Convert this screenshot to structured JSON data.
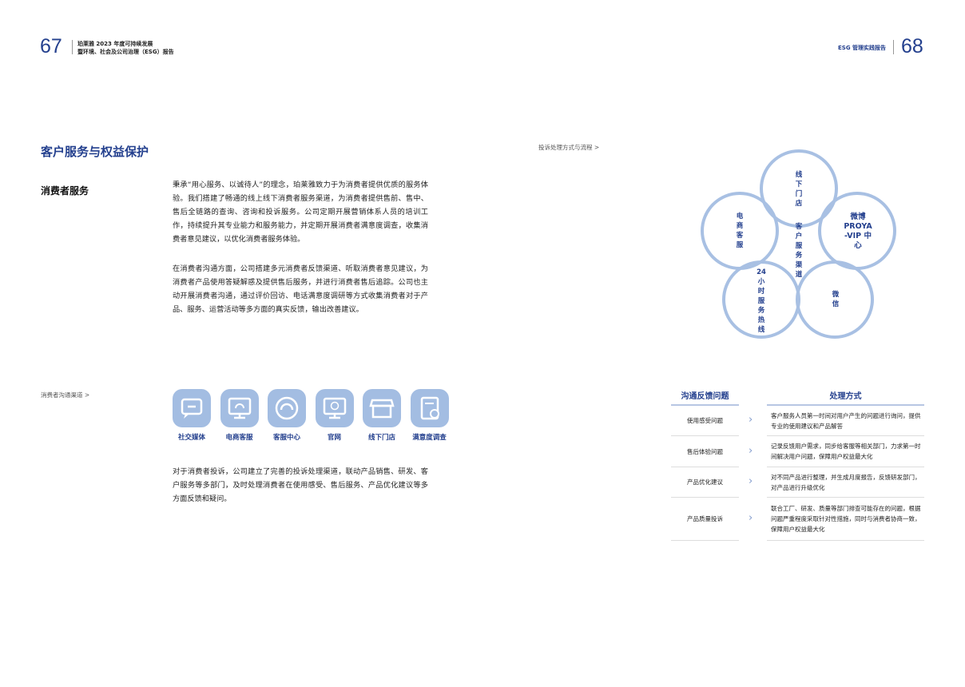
{
  "header": {
    "left_page": "67",
    "left_line1": "珀莱雅 2023 年度可持续发展",
    "left_line2": "暨环境、社会及公司治理（ESG）报告",
    "right_title": "ESG 管理实践报告",
    "right_page": "68"
  },
  "section_title": "客户服务与权益保护",
  "subsection": "消费者服务",
  "paragraphs": [
    "秉承“用心服务、以诚待人”的理念，珀莱雅致力于为消费者提供优质的服务体验。我们搭建了畅通的线上线下消费者服务渠道，为消费者提供售前、售中、售后全链路的查询、咨询和投诉服务。公司定期开展营销体系人员的培训工作，持续提升其专业能力和服务能力，并定期开展消费者满意度调查，收集消费者意见建议，以优化消费者服务体验。",
    "在消费者沟通方面，公司搭建多元消费者反馈渠道、听取消费者意见建议，为消费者产品使用答疑解惑及提供售后服务，并进行消费者售后追踪。公司也主动开展消费者沟通，通过评价回访、电话满意度调研等方式收集消费者对于产品、服务、运营活动等多方面的真实反馈，输出改善建议。",
    "对于消费者投诉，公司建立了完善的投诉处理渠道，联动产品销售、研发、客户服务等多部门，及时处理消费者在使用感受、售后服务、产品优化建议等多方面反馈和疑问。"
  ],
  "channels_label": "消费者沟通渠道 >",
  "channels": [
    {
      "label": "社交媒体",
      "icon": "chat-bubble-icon"
    },
    {
      "label": "电商客服",
      "icon": "monitor-headset-icon"
    },
    {
      "label": "客服中心",
      "icon": "headset-icon"
    },
    {
      "label": "官网",
      "icon": "monitor-globe-icon"
    },
    {
      "label": "线下门店",
      "icon": "store-icon"
    },
    {
      "label": "满意度调查",
      "icon": "survey-check-icon"
    }
  ],
  "complaint_label": "投诉处理方式与流程 >",
  "diagram": {
    "center": [
      "客户服务",
      "渠道"
    ],
    "nodes": [
      [
        "线下门店"
      ],
      [
        "电商客服"
      ],
      [
        "微博",
        "PROYA",
        "-VIP 中心"
      ],
      [
        "24 小时",
        "服务热线"
      ],
      [
        "微信"
      ]
    ]
  },
  "table": {
    "headers": [
      "沟通反馈问题",
      "处理方式"
    ],
    "rows": [
      {
        "issue": "使用感受问题",
        "method": "客户服务人员第一时间对用户产生的问题进行询问，提供专业的使用建议和产品解答"
      },
      {
        "issue": "售后体验问题",
        "method": "记录反馈用户需求，同步给客服等相关部门，力求第一时间解决用户问题，保障用户权益最大化"
      },
      {
        "issue": "产品优化建议",
        "method": "对不同产品进行整理，并生成月度报告，反馈研发部门，对产品进行升级优化"
      },
      {
        "issue": "产品质量投诉",
        "method": "联合工厂、研发、质量等部门排查可能存在的问题，根据问题严重程度采取针对性措施，同时与消费者协商一致，保障用户权益最大化"
      }
    ]
  },
  "colors": {
    "navy": "#24408e",
    "light_blue": "#a3bde2"
  }
}
